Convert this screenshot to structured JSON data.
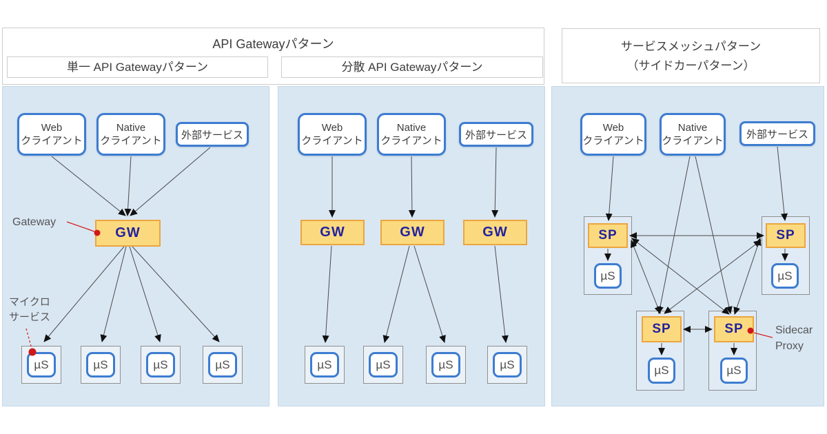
{
  "header": {
    "api_gateway_group_title": "API Gatewayパターン",
    "single_gateway_title": "単一 API Gatewayパターン",
    "distributed_gateway_title": "分散 API Gatewayパターン",
    "service_mesh_title_line1": "サービスメッシュパターン",
    "service_mesh_title_line2": "（サイドカーパターン）"
  },
  "nodes": {
    "web_client_line1": "Web",
    "web_client_line2": "クライアント",
    "native_client_line1": "Native",
    "native_client_line2": "クライアント",
    "external_service": "外部サービス",
    "gateway_abbr": "GW",
    "sidecar_proxy_abbr": "SP",
    "microservice_abbr": "µS"
  },
  "annotations": {
    "gateway_label": "Gateway",
    "microservice_label_line1": "マイクロ",
    "microservice_label_line2": "サービス",
    "sidecar_proxy_label_line1": "Sidecar",
    "sidecar_proxy_label_line2": "Proxy"
  },
  "colors": {
    "panel_bg": "#d9e7f3",
    "panel_border": "#c3d6e7",
    "box_border_blue": "#3d7cd0",
    "gw_fill": "#fbda7f",
    "gw_border": "#eca53f",
    "gw_text": "#22229e",
    "container_border": "#8f8f8f",
    "header_border": "#cccccc",
    "text_dark": "#3d3d3d",
    "text_gray": "#555555",
    "line_color": "#4a4a4a",
    "annotation_red": "#d42222"
  }
}
